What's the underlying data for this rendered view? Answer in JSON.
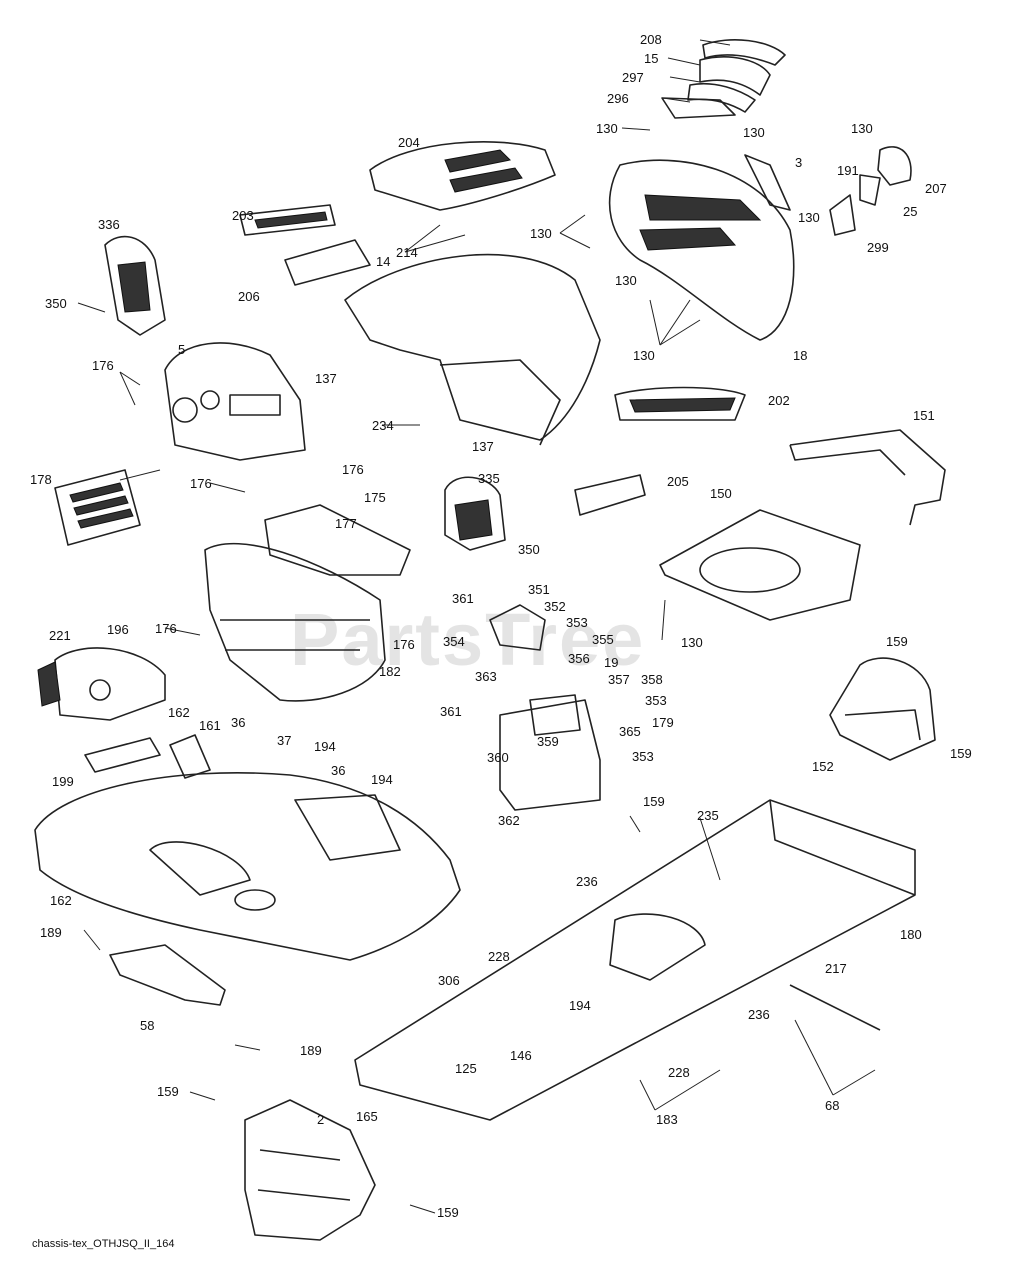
{
  "watermark": "PartsTree",
  "caption": "chassis-tex_OTHJSQ_II_164",
  "callouts": [
    "208",
    "15",
    "297",
    "296",
    "130",
    "130",
    "130",
    "3",
    "191",
    "207",
    "25",
    "130",
    "299",
    "204",
    "203",
    "214",
    "14",
    "336",
    "350",
    "206",
    "130",
    "130",
    "130",
    "18",
    "5",
    "176",
    "137",
    "202",
    "234",
    "137",
    "176",
    "151",
    "178",
    "176",
    "335",
    "205",
    "175",
    "177",
    "150",
    "350",
    "176",
    "176",
    "351",
    "361",
    "352",
    "353",
    "354",
    "355",
    "356",
    "19",
    "130",
    "221",
    "196",
    "182",
    "363",
    "357",
    "358",
    "353",
    "159",
    "162",
    "361",
    "179",
    "359",
    "365",
    "36",
    "161",
    "37",
    "194",
    "353",
    "36",
    "194",
    "360",
    "159",
    "152",
    "159",
    "199",
    "362",
    "235",
    "236",
    "162",
    "189",
    "228",
    "180",
    "306",
    "194",
    "236",
    "217",
    "58",
    "146",
    "228",
    "189",
    "125",
    "159",
    "2",
    "165",
    "183",
    "68",
    "159",
    "159"
  ]
}
